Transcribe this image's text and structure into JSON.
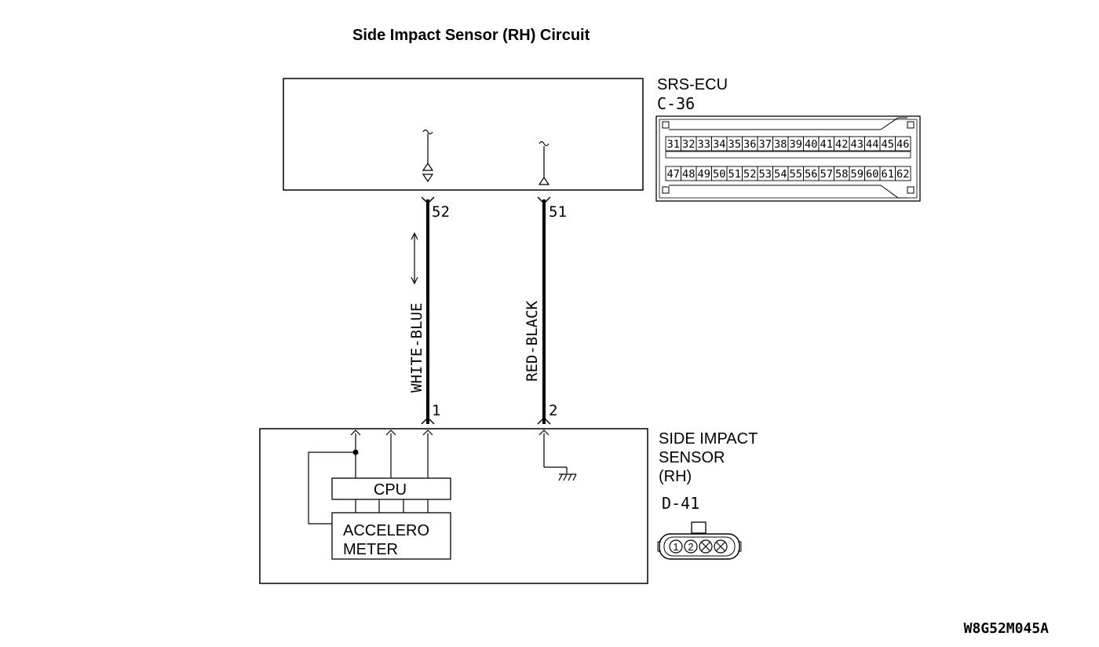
{
  "title": "Side Impact Sensor (RH) Circuit",
  "ecu": {
    "name": "SRS-ECU",
    "connector": "C-36",
    "pins_top": [
      "31",
      "32",
      "33",
      "34",
      "35",
      "36",
      "37",
      "38",
      "39",
      "40",
      "41",
      "42",
      "43",
      "44",
      "45",
      "46"
    ],
    "pins_bottom": [
      "47",
      "48",
      "49",
      "50",
      "51",
      "52",
      "53",
      "54",
      "55",
      "56",
      "57",
      "58",
      "59",
      "60",
      "61",
      "62"
    ]
  },
  "wires": [
    {
      "ecu_pin": "52",
      "sensor_pin": "1",
      "color": "WHITE-BLUE"
    },
    {
      "ecu_pin": "51",
      "sensor_pin": "2",
      "color": "RED-BLACK"
    }
  ],
  "sensor": {
    "name_line1": "SIDE IMPACT",
    "name_line2": "SENSOR",
    "name_line3": "(RH)",
    "connector": "D-41",
    "pins": [
      "1",
      "2"
    ],
    "cpu_label": "CPU",
    "accel_line1": "ACCELERO",
    "accel_line2": "METER"
  },
  "diagram_code": "W8G52M045A"
}
